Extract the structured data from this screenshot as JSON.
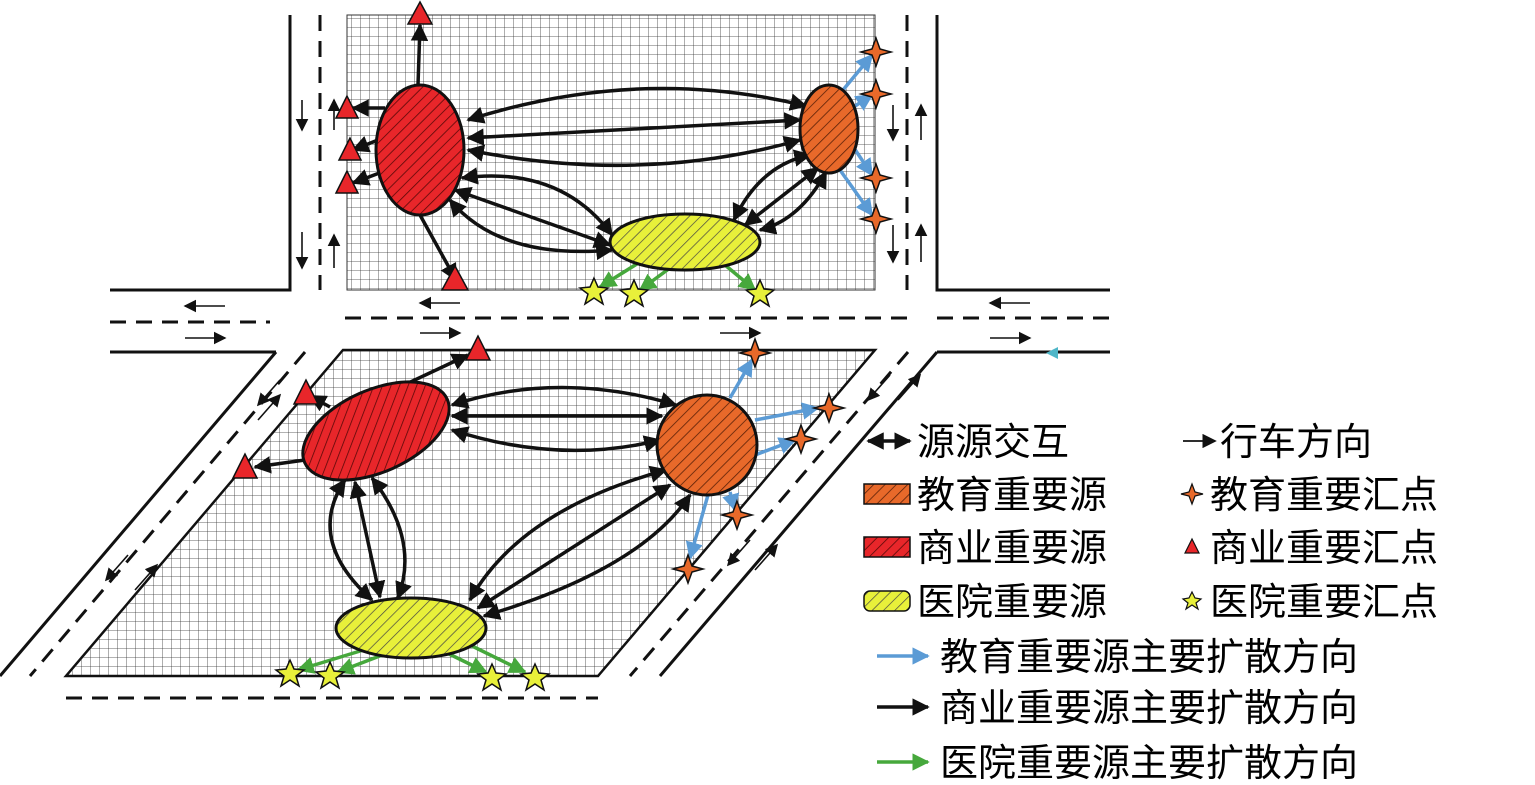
{
  "legend": {
    "source_interaction": "源源交互",
    "driving_direction": "行车方向",
    "education_source": "教育重要源",
    "education_sink": "教育重要汇点",
    "commercial_source": "商业重要源",
    "commercial_sink": "商业重要汇点",
    "hospital_source": "医院重要源",
    "hospital_sink": "医院重要汇点",
    "education_diffusion": "教育重要源主要扩散方向",
    "commercial_diffusion": "商业重要源主要扩散方向",
    "hospital_diffusion": "医院重要源主要扩散方向"
  },
  "colors": {
    "education": "#e8692a",
    "commercial": "#e8262a",
    "hospital": "#e8f03a",
    "education_arrow": "#5b9bd5",
    "commercial_arrow": "#111111",
    "hospital_arrow": "#46a83c"
  }
}
